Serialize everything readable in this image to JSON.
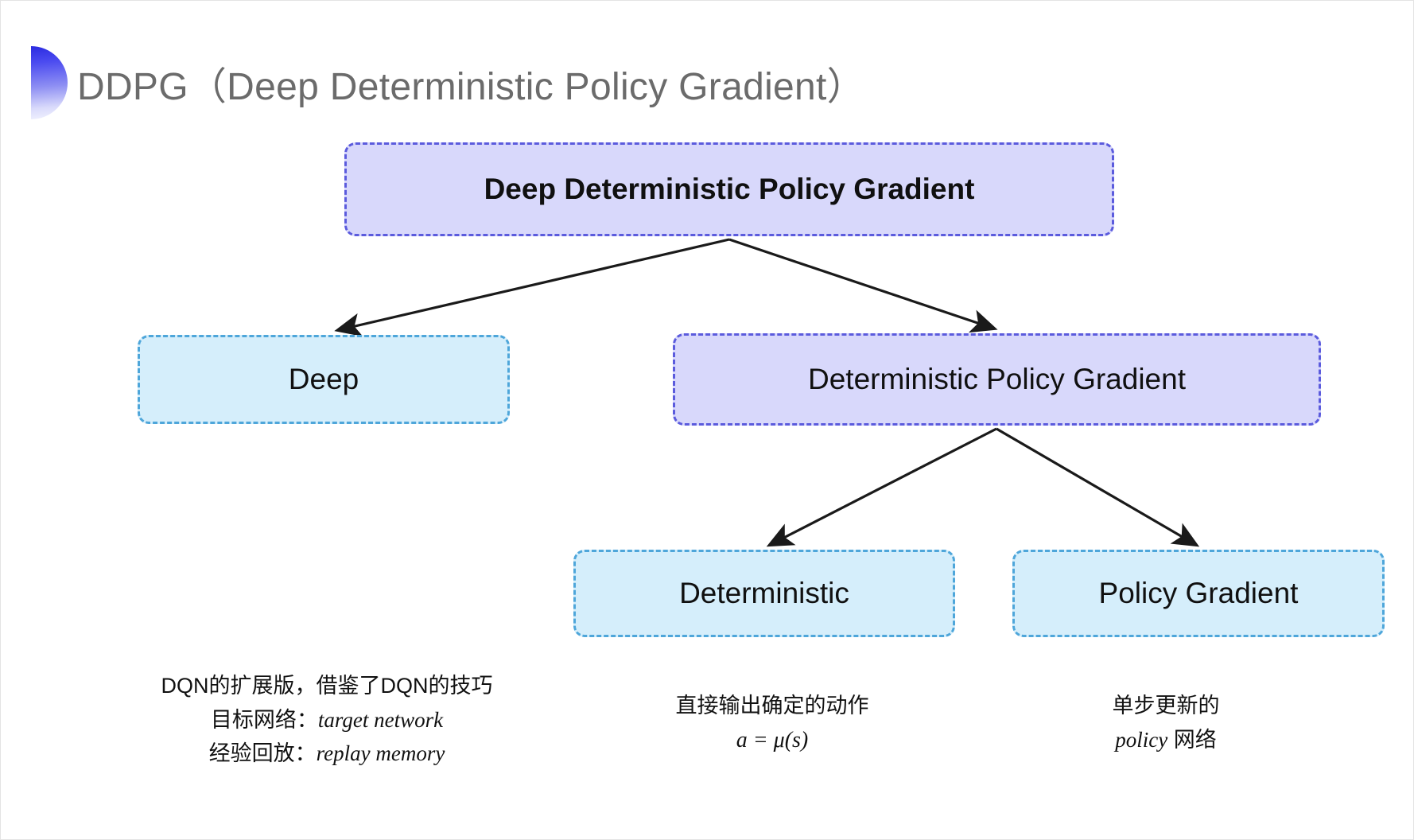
{
  "slide": {
    "title": "DDPG（Deep Deterministic Policy Gradient）",
    "decoration": "half-circle-gradient",
    "background": "#ffffff"
  },
  "colors": {
    "title_text": "#6b6b6b",
    "level1_fill": "#d8d8fb",
    "level1_border": "#5b5bdd",
    "leaf_fill": "#d5eefb",
    "leaf_border": "#4ea6da",
    "arrow": "#1a1a1a",
    "body_text": "#111111",
    "decoration_gradient_start": "#2b2be0",
    "decoration_gradient_end": "#f2f3fe"
  },
  "diagram": {
    "type": "tree",
    "nodes": {
      "root": {
        "label": "Deep Deterministic Policy Gradient",
        "style": "level1"
      },
      "deep": {
        "label": "Deep",
        "style": "leaf"
      },
      "dpg": {
        "label": "Deterministic Policy Gradient",
        "style": "level1"
      },
      "deterministic": {
        "label": "Deterministic",
        "style": "leaf"
      },
      "policy_gradient": {
        "label": "Policy Gradient",
        "style": "leaf"
      }
    },
    "edges": [
      {
        "from": "root",
        "to": "deep"
      },
      {
        "from": "root",
        "to": "dpg"
      },
      {
        "from": "dpg",
        "to": "deterministic"
      },
      {
        "from": "dpg",
        "to": "policy_gradient"
      }
    ]
  },
  "annotations": {
    "deep": {
      "line1": "DQN的扩展版，借鉴了DQN的技巧",
      "line2_label": "目标网络：",
      "line2_term": "target network",
      "line3_label": "经验回放：",
      "line3_term": "replay memory"
    },
    "deterministic": {
      "line1": "直接输出确定的动作",
      "formula": "a = μ(s)"
    },
    "policy_gradient": {
      "line1": "单步更新的",
      "line2_term": "policy",
      "line2_suffix": " 网络"
    }
  }
}
